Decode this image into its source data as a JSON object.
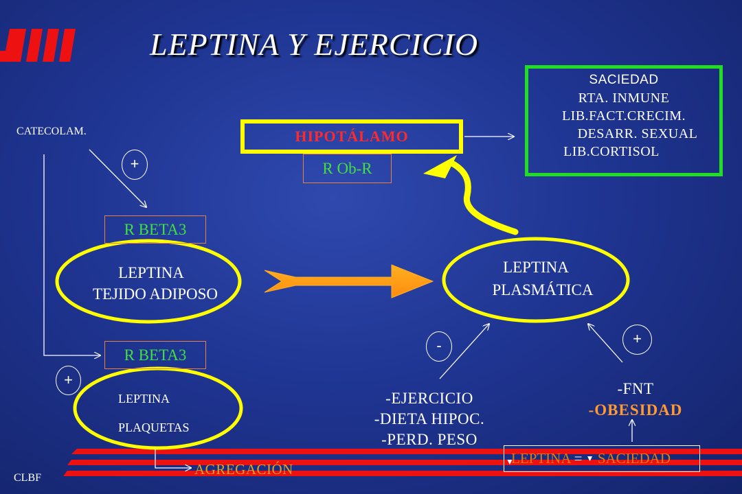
{
  "title": "LEPTINA Y EJERCICIO",
  "footer": "CLBF",
  "catecolaminas": "CATECOLAM.",
  "hipotalamo": "HIPOTÁLAMO",
  "receptor": "R  Ob-R",
  "effects": [
    "SACIEDAD",
    "RTA. INMUNE",
    "LIB.FACT.CRECIM.",
    "DESARR. SEXUAL",
    "LIB.CORTISOL"
  ],
  "rbeta_top": "R BETA3",
  "rbeta_bottom": "R BETA3",
  "adipose": {
    "line1": "LEPTINA",
    "line2": "TEJIDO ADIPOSO"
  },
  "plaquetas": {
    "line1": "LEPTINA",
    "line2": "PLAQUETAS"
  },
  "plasmatica": {
    "line1": "LEPTINA",
    "line2": "PLASMÁTICA"
  },
  "signs": {
    "catecol_top": "+",
    "catecol_bottom": "+",
    "ejercicio": "-",
    "obesidad": "+"
  },
  "decreasers": [
    "-EJERCICIO",
    "-DIETA HIPOC.",
    "-PERD. PESO"
  ],
  "increasers": {
    "line1": "-FNT",
    "line2": "-OBESIDAD"
  },
  "agregacion": "AGREGACIÓN",
  "leptina_saciedad": {
    "left": "LEPTINA",
    "eq": "=",
    "right": "SACIEDAD"
  },
  "colors": {
    "background": "#1f3592",
    "yellow": "#ffff00",
    "green_box": "#22dd22",
    "receptor_text": "#40e040",
    "hipotalamo_text": "#ff2a2a",
    "accent_orange": "#ff9a30",
    "red_stripes": "#ee1111"
  }
}
